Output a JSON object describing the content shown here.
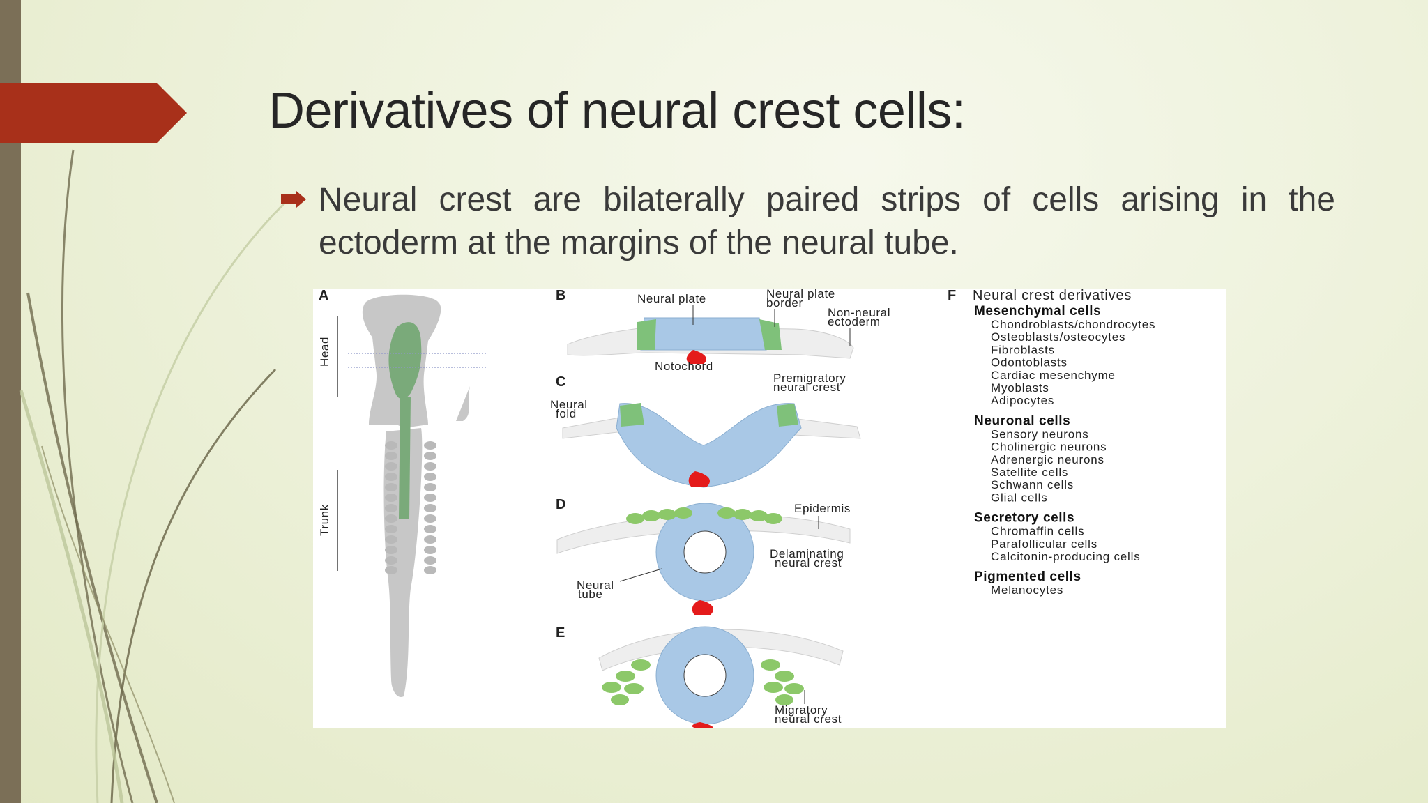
{
  "slide": {
    "title": "Derivatives of neural crest cells:",
    "bullet": "Neural crest are bilaterally paired strips of cells arising in the ectoderm at the margins of the neural tube.",
    "colors": {
      "accent": "#a8301a",
      "left_bar": "#7b6f57",
      "background": "#eef2dc"
    }
  },
  "figure": {
    "panel_a": {
      "letter": "A",
      "head_label": "Head",
      "trunk_label": "Trunk"
    },
    "panel_b": {
      "letter": "B",
      "neural_plate": "Neural plate",
      "border_1": "Neural plate",
      "border_2": "border",
      "non_neural_1": "Non-neural",
      "non_neural_2": "ectoderm",
      "notochord": "Notochord"
    },
    "panel_c": {
      "letter": "C",
      "fold_1": "Neural",
      "fold_2": "fold",
      "premig_1": "Premigratory",
      "premig_2": "neural crest"
    },
    "panel_d": {
      "letter": "D",
      "epidermis": "Epidermis",
      "delam_1": "Delaminating",
      "delam_2": "neural crest",
      "tube_1": "Neural",
      "tube_2": "tube"
    },
    "panel_e": {
      "letter": "E",
      "migr_1": "Migratory",
      "migr_2": "neural crest"
    },
    "panel_f": {
      "letter": "F",
      "title": "Neural crest derivatives",
      "groups": [
        {
          "heading": "Mesenchymal cells",
          "items": [
            "Chondroblasts/chondrocytes",
            "Osteoblasts/osteocytes",
            "Fibroblasts",
            "Odontoblasts",
            "Cardiac mesenchyme",
            "Myoblasts",
            "Adipocytes"
          ]
        },
        {
          "heading": "Neuronal cells",
          "items": [
            "Sensory neurons",
            "Cholinergic neurons",
            "Adrenergic neurons",
            "Satellite cells",
            "Schwann cells",
            "Glial cells"
          ]
        },
        {
          "heading": "Secretory cells",
          "items": [
            "Chromaffin cells",
            "Parafollicular cells",
            "Calcitonin-producing cells"
          ]
        },
        {
          "heading": "Pigmented cells",
          "items": [
            "Melanocytes"
          ]
        }
      ]
    }
  }
}
